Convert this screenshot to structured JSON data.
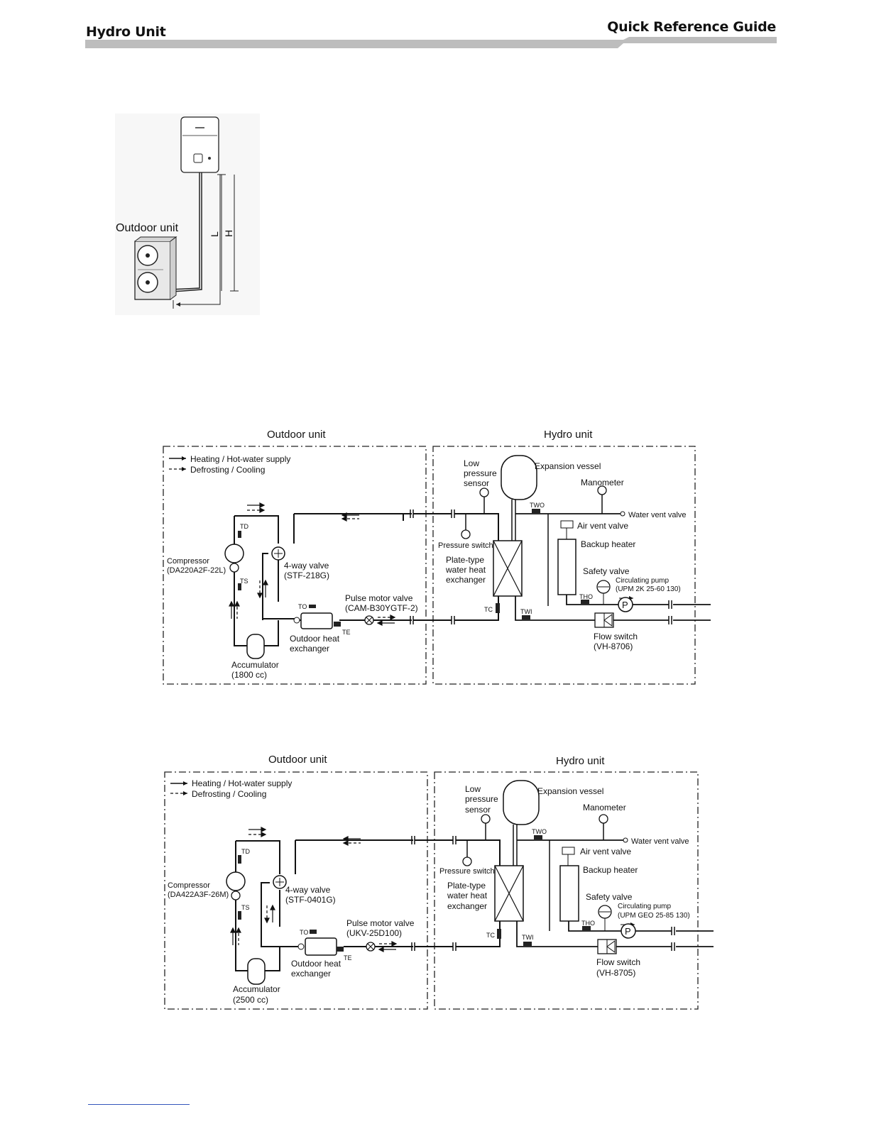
{
  "header": {
    "title_left": "Hydro Unit",
    "title_right": "Quick Reference Guide"
  },
  "install_figure": {
    "outdoor_label": "Outdoor unit",
    "dim_L": "L",
    "dim_H": "H"
  },
  "diagrams": [
    {
      "outdoor_title": "Outdoor unit",
      "hydro_title": "Hydro unit",
      "legend": [
        "Heating / Hot-water supply",
        "Defrosting / Cooling"
      ],
      "compressor": [
        "Compressor",
        "(DA220A2F-22L)"
      ],
      "four_way": [
        "4-way valve",
        "(STF-218G)"
      ],
      "pmv": [
        "Pulse motor valve",
        "(CAM-B30YGTF-2)"
      ],
      "outdoor_hex": [
        "Outdoor heat",
        "exchanger"
      ],
      "accumulator": [
        "Accumulator",
        "(1800 cc)"
      ],
      "low_pressure": [
        "Low",
        "pressure",
        "sensor"
      ],
      "expansion_vessel": "Expansion vessel",
      "manometer": "Manometer",
      "water_vent": "Water vent valve",
      "air_vent": "Air vent valve",
      "backup_heater": "Backup heater",
      "safety_valve": "Safety valve",
      "pump": [
        "Circulating pump",
        "(UPM 2K 25-60 130)"
      ],
      "pressure_switch": "Pressure switch",
      "plate_hex": [
        "Plate-type",
        "water heat",
        "exchanger"
      ],
      "flow_switch": [
        "Flow switch",
        "(VH-8706)"
      ],
      "sensors": {
        "td": "TD",
        "ts": "TS",
        "to": "TO",
        "te": "TE",
        "tc": "TC",
        "two": "TWO",
        "twi": "TWI",
        "tho": "THO",
        "p": "P"
      }
    },
    {
      "outdoor_title": "Outdoor unit",
      "hydro_title": "Hydro unit",
      "legend": [
        "Heating / Hot-water supply",
        "Defrosting / Cooling"
      ],
      "compressor": [
        "Compressor",
        "(DA422A3F-26M)"
      ],
      "four_way": [
        "4-way valve",
        "(STF-0401G)"
      ],
      "pmv": [
        "Pulse motor valve",
        "(UKV-25D100)"
      ],
      "outdoor_hex": [
        "Outdoor heat",
        "exchanger"
      ],
      "accumulator": [
        "Accumulator",
        "(2500 cc)"
      ],
      "low_pressure": [
        "Low",
        "pressure",
        "sensor"
      ],
      "expansion_vessel": "Expansion vessel",
      "manometer": "Manometer",
      "water_vent": "Water vent valve",
      "air_vent": "Air vent valve",
      "backup_heater": "Backup heater",
      "safety_valve": "Safety valve",
      "pump": [
        "Circulating pump",
        "(UPM GEO 25-85 130)"
      ],
      "pressure_switch": "Pressure switch",
      "plate_hex": [
        "Plate-type",
        "water heat",
        "exchanger"
      ],
      "flow_switch": [
        "Flow switch",
        "(VH-8705)"
      ],
      "sensors": {
        "td": "TD",
        "ts": "TS",
        "to": "TO",
        "te": "TE",
        "tc": "TC",
        "two": "TWO",
        "twi": "TWI",
        "tho": "THO",
        "p": "P"
      }
    }
  ]
}
